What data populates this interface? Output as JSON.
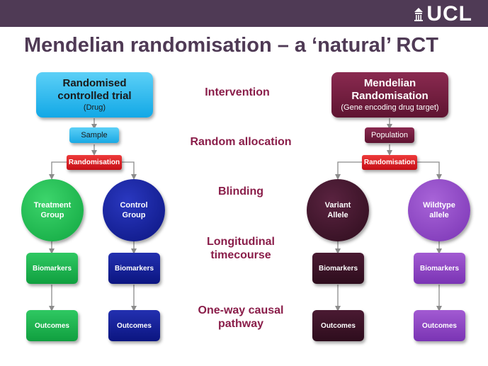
{
  "header": {
    "logo_text": "UCL",
    "title": "Mendelian randomisation – a ‘natural’ RCT"
  },
  "middle_labels": [
    "Intervention",
    "Random allocation",
    "Blinding",
    "Longitudinal timecourse",
    "One-way causal pathway"
  ],
  "rct": {
    "title": "Randomised controlled trial",
    "subtitle": "(Drug)",
    "sample": "Sample",
    "randomisation": "Randomisation",
    "treatment_group": "Treatment Group",
    "control_group": "Control Group",
    "biomarkers": "Biomarkers",
    "outcomes": "Outcomes"
  },
  "mr": {
    "title": "Mendelian Randomisation",
    "subtitle": "(Gene encoding drug target)",
    "population": "Population",
    "randomisation": "Randomisation",
    "variant_allele": "Variant Allele",
    "wildtype_allele": "Wildtype allele",
    "biomarkers": "Biomarkers",
    "outcomes": "Outcomes"
  },
  "colors": {
    "header_bg": "#4f3a55",
    "title_text": "#4f3a55",
    "middle_text": "#8a1e4a",
    "rct_blue": "#29b5ea",
    "randomisation_red": "#d9141e",
    "treatment_green": "#16b54a",
    "control_navy": "#0f1a8f",
    "mr_maroon": "#6e1a3d",
    "wildtype_purple": "#8a3fc0"
  }
}
